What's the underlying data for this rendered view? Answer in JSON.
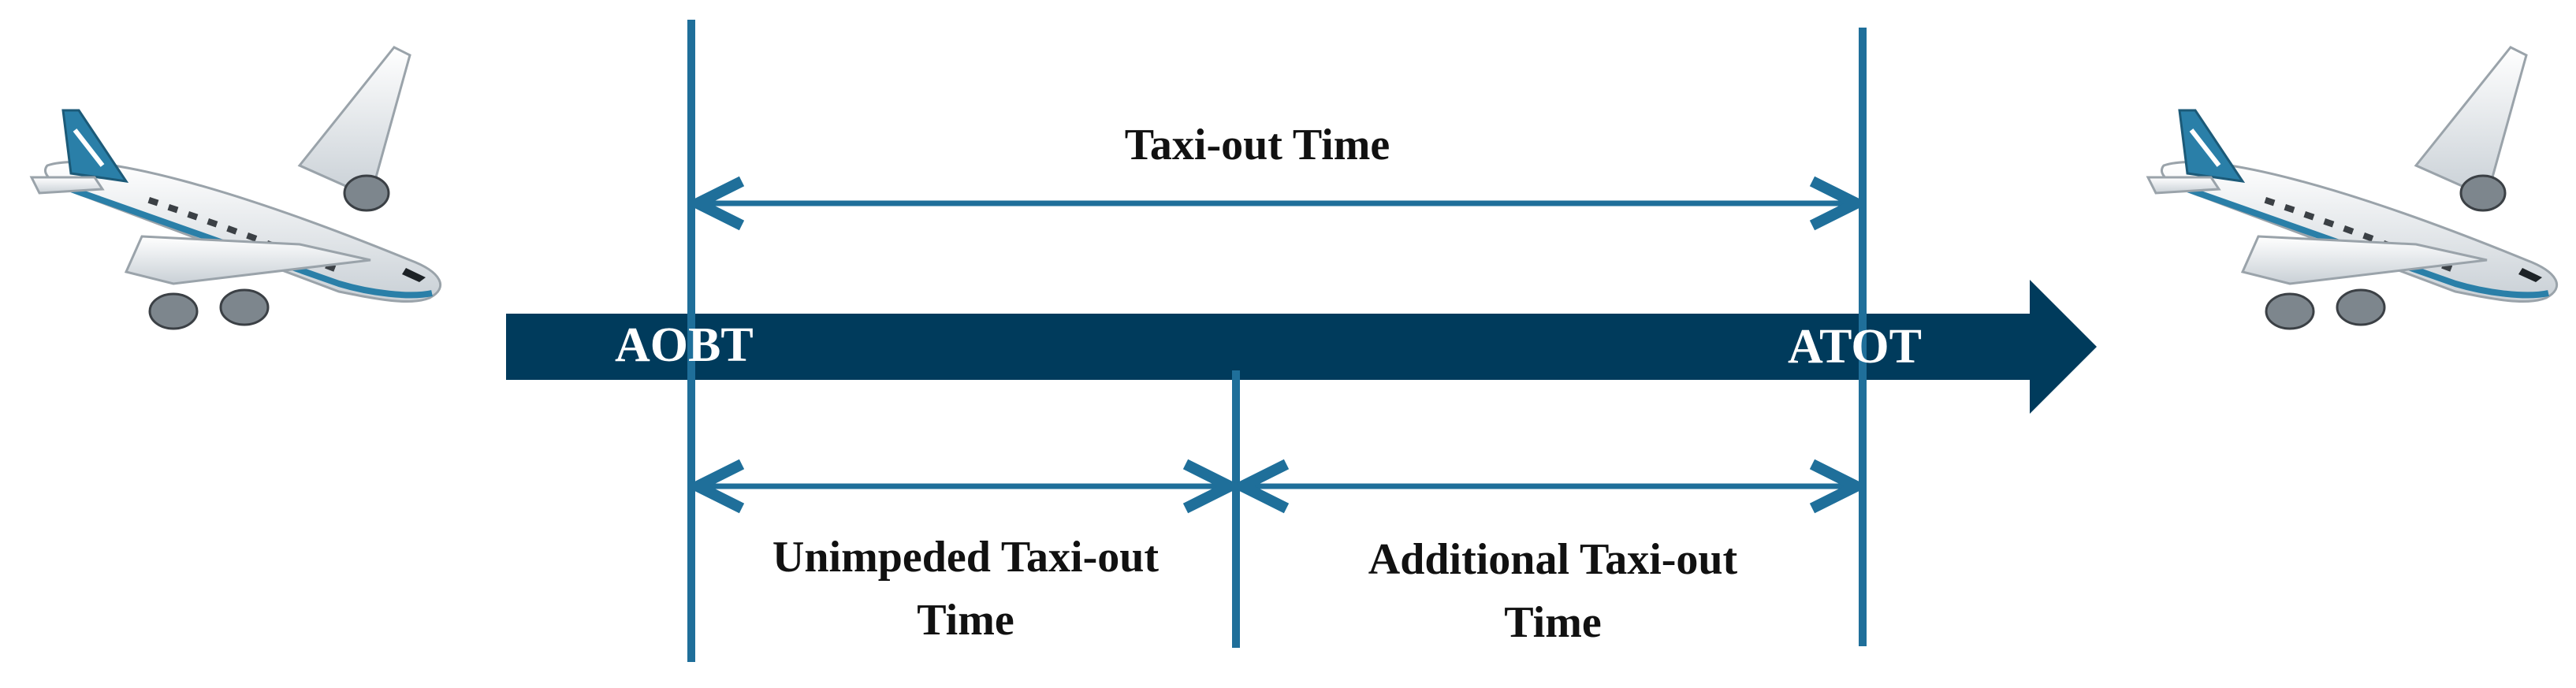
{
  "diagram": {
    "labels": {
      "taxi_out_time": "Taxi-out Time",
      "aobt": "AOBT",
      "atot": "ATOT",
      "unimpeded_line1": "Unimpeded Taxi-out",
      "unimpeded_line2": "Time",
      "additional_line1": "Additional Taxi-out",
      "additional_line2": "Time"
    },
    "colors": {
      "timeline_arrow": "#003b5c",
      "marker_lines": "#1f6f9a",
      "text_dark": "#111111",
      "text_light": "#ffffff",
      "plane_body": "#f4f6f8",
      "plane_tail": "#2a7fa8"
    },
    "icons": [
      "airplane-icon",
      "airplane-icon"
    ]
  }
}
